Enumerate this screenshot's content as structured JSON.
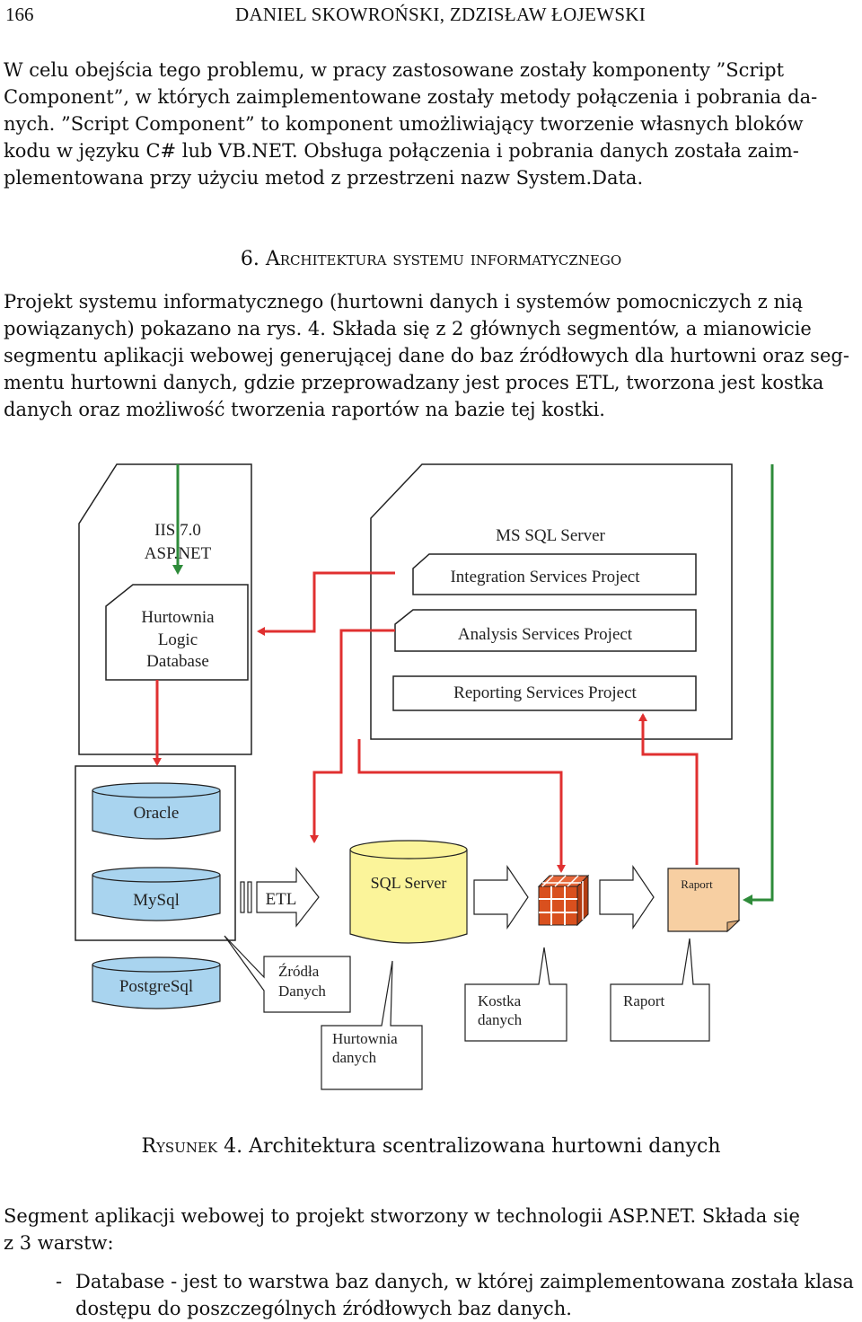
{
  "header": {
    "page_number": "166",
    "authors": "DANIEL SKOWROŃSKI, ZDZISŁAW ŁOJEWSKI"
  },
  "paragraph1": [
    "W celu obejścia tego problemu, w pracy zastosowane zostały komponenty ”Script",
    "Component”, w których zaimplementowane zostały metody połączenia i pobrania da-",
    "nych. ”Script Component” to komponent umożliwiający tworzenie własnych bloków",
    "kodu w języku C# lub VB.NET. Obsługa połączenia i pobrania danych została zaim-",
    "plementowana przy użyciu metod z przestrzeni nazw System.Data."
  ],
  "section_heading": "6. Architektura systemu informatycznego",
  "paragraph2": [
    "Projekt systemu informatycznego (hurtowni danych i systemów pomocniczych z nią",
    "powiązanych) pokazano na rys. 4. Składa się z 2 głównych segmentów, a mianowicie",
    "segmentu aplikacji webowej generującej dane do baz źródłowych dla hurtowni oraz seg-",
    "mentu hurtowni danych, gdzie przeprowadzany jest proces ETL, tworzona jest kostka",
    "danych oraz możliwość tworzenia raportów na bazie tej kostki."
  ],
  "figure": {
    "iis": [
      "IIS 7.0",
      "ASP.NET"
    ],
    "logic_box": [
      "Hurtownia",
      "Logic",
      "Database"
    ],
    "ms_sql": "MS SQL Server",
    "integration": "Integration Services Project",
    "analysis": "Analysis Services Project",
    "reporting": "Reporting Services Project",
    "oracle": "Oracle",
    "mysql": "MySql",
    "postgres": "PostgreSql",
    "etl": "ETL",
    "sql_server": "SQL Server",
    "raport_doc": "Raport",
    "callout_zrodla": [
      "Źródła",
      "Danych"
    ],
    "callout_hurtownia": [
      "Hurtownia",
      "danych"
    ],
    "callout_kostka": [
      "Kostka",
      "danych"
    ],
    "callout_raport": "Raport",
    "colors": {
      "red": "#e03030",
      "green": "#2e8b3a",
      "blue_db": "#a9d4ef",
      "raport_fill": "#f7cfa2",
      "cube": "#d9501e"
    }
  },
  "caption": {
    "label": "Rysunek 4.",
    "text": "Architektura scentralizowana hurtowni danych"
  },
  "paragraph3": [
    "Segment aplikacji webowej to projekt stworzony w technologii ASP.NET. Składa się",
    "z 3 warstw:"
  ],
  "bullet": {
    "dash": "-",
    "line1": "Database - jest to warstwa baz danych, w której zaimplementowana została klasa",
    "line2": "dostępu do poszczególnych źródłowych baz danych."
  }
}
